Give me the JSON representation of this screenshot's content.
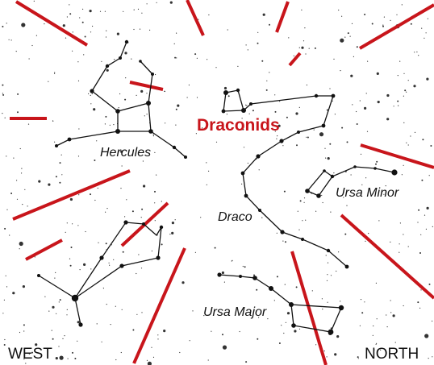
{
  "shower_name": "Draconids",
  "constellations": {
    "hercules": "Hercules",
    "draco": "Draco",
    "ursa_minor": "Ursa Minor",
    "ursa_major": "Ursa Major"
  },
  "directions": {
    "left": "WEST",
    "right": "NORTH"
  },
  "colors": {
    "meteor": "#c8151b",
    "star": "#111111",
    "background": "#ffffff"
  }
}
